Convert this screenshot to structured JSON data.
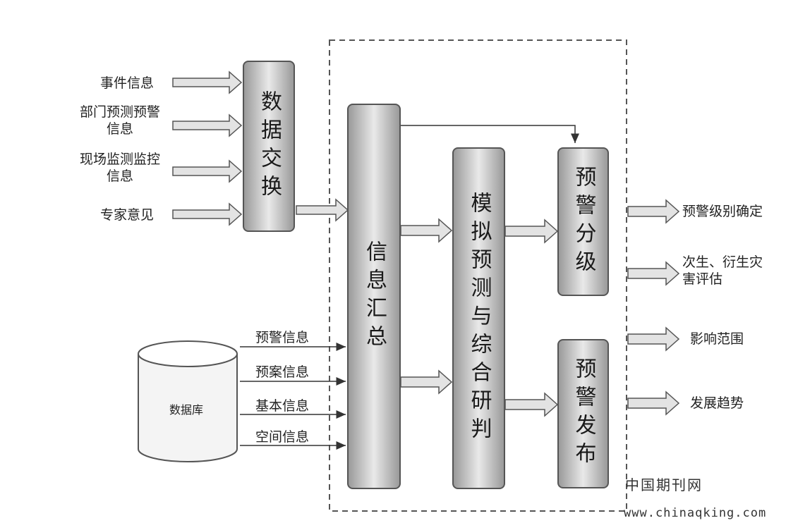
{
  "inputs": [
    "事件信息",
    "部门预测预警\n信息",
    "现场监测监控\n信息",
    "专家意见"
  ],
  "database": {
    "label": "数据库",
    "links": [
      "预警信息",
      "预案信息",
      "基本信息",
      "空间信息"
    ]
  },
  "boxes": {
    "data_exchange": "数据交换",
    "info_summary": "信息汇总",
    "simulation": "模拟预测与综合研判",
    "warning_grading": "预警分级",
    "warning_release": "预警发布"
  },
  "outputs": [
    "预警级别确定",
    "次生、衍生灾\n害评估",
    "影响范围",
    "发展趋势"
  ],
  "watermark": {
    "name": "中国期刊网",
    "url": "www.chinaqking.com"
  }
}
